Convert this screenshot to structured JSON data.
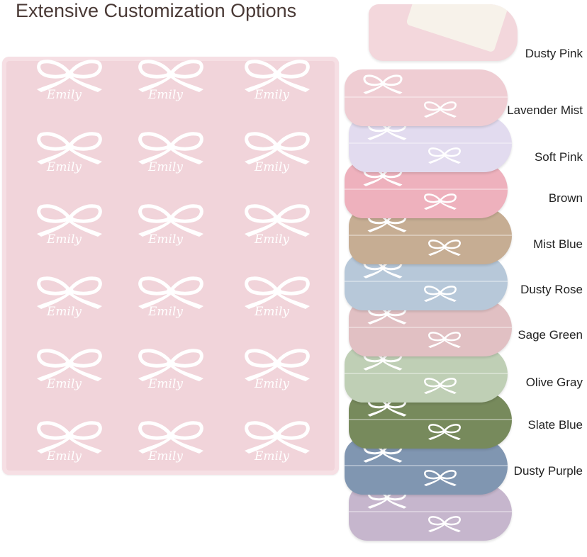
{
  "title": "Extensive Customization Options",
  "blanket": {
    "color": "#f1d4da",
    "name_text": "Emily",
    "motif_icon": "bow-icon"
  },
  "colors": [
    {
      "label": "Dusty Pink",
      "hex": "#efcdd3"
    },
    {
      "label": "Lavender Mist",
      "hex": "#e2dbef"
    },
    {
      "label": "Soft Pink",
      "hex": "#eeb1bd"
    },
    {
      "label": "Brown",
      "hex": "#c6ad93"
    },
    {
      "label": "Mist Blue",
      "hex": "#b7c8d9"
    },
    {
      "label": "Dusty Rose",
      "hex": "#e1c0c3"
    },
    {
      "label": "Sage Green",
      "hex": "#bfcfb5"
    },
    {
      "label": "Olive Gray",
      "hex": "#778a5c"
    },
    {
      "label": "Slate Blue",
      "hex": "#8096b1"
    },
    {
      "label": "Dusty Purple",
      "hex": "#c6b6cd"
    }
  ]
}
